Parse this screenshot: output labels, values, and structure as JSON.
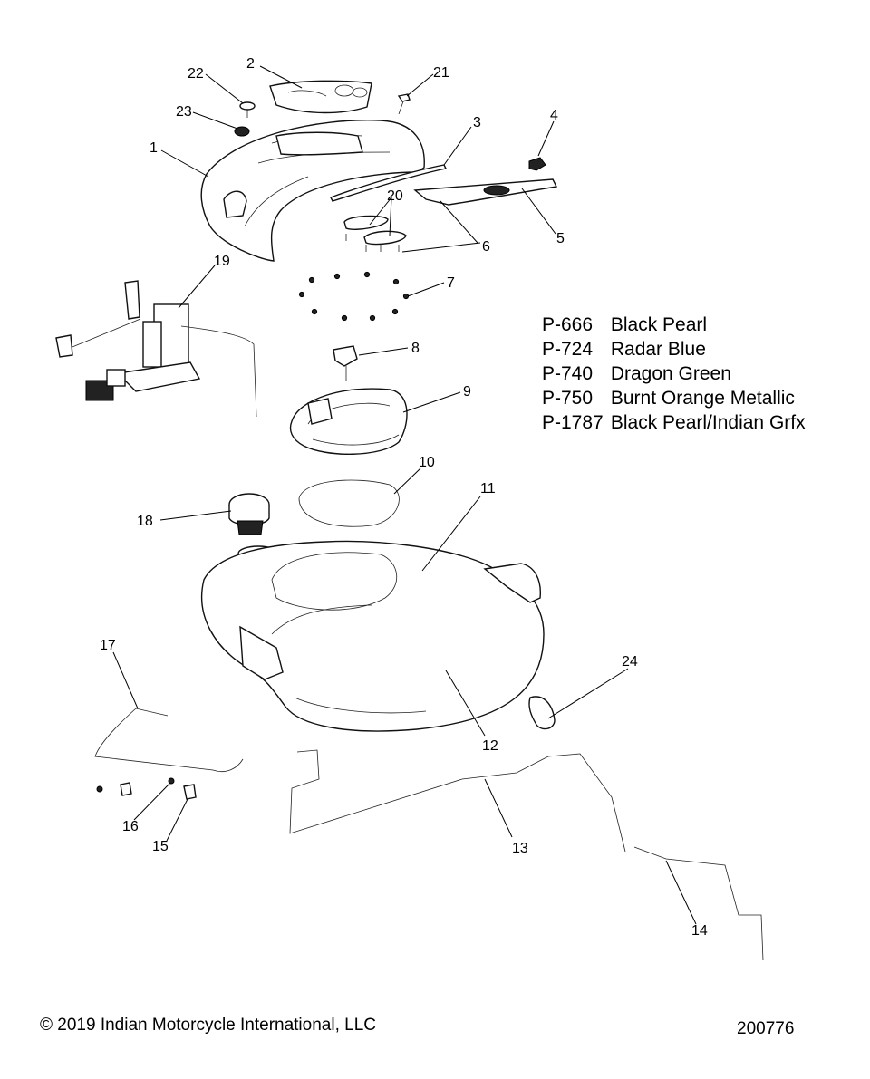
{
  "callouts": [
    "1",
    "2",
    "3",
    "4",
    "5",
    "6",
    "7",
    "8",
    "9",
    "10",
    "11",
    "12",
    "13",
    "14",
    "15",
    "16",
    "17",
    "18",
    "19",
    "20",
    "21",
    "22",
    "23",
    "24"
  ],
  "legend": [
    {
      "code": "P-666",
      "name": "Black Pearl"
    },
    {
      "code": "P-724",
      "name": "Radar Blue"
    },
    {
      "code": "P-740",
      "name": "Dragon Green"
    },
    {
      "code": "P-750",
      "name": "Burnt Orange Metallic"
    },
    {
      "code": "P-1787",
      "name": "Black Pearl/Indian Grfx"
    }
  ],
  "footer": {
    "copyright": "© 2019 Indian Motorcycle International, LLC",
    "doc_number": "200776"
  }
}
